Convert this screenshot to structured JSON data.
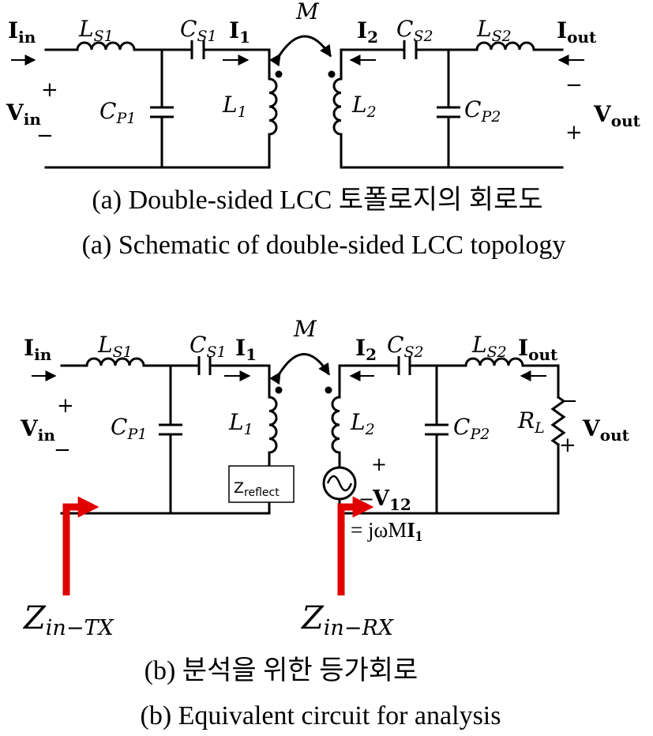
{
  "circuit_a": {
    "caption_ko": "(a) Double-sided LCC 토폴로지의 회로도",
    "caption_en": "(a) Schematic of double-sided LCC topology",
    "labels": {
      "I": "I",
      "in": "in",
      "out": "out",
      "V": "V",
      "L": "L",
      "C": "C",
      "M": "M",
      "S1": "S1",
      "S2": "S2",
      "P1": "P1",
      "P2": "P2",
      "n1": "1",
      "n2": "2",
      "plus": "+",
      "minus": "−"
    }
  },
  "circuit_b": {
    "caption_ko": "(b) 분석을 위한 등가회로",
    "caption_en": "(b) Equivalent circuit for analysis",
    "labels": {
      "I": "I",
      "in": "in",
      "out": "out",
      "V": "V",
      "L": "L",
      "C": "C",
      "M": "M",
      "R": "R",
      "S1": "S1",
      "S2": "S2",
      "P1": "P1",
      "P2": "P2",
      "n1": "1",
      "n2": "2",
      "n12": "12",
      "RL": "L",
      "Z": "Z",
      "reflect": "reflect",
      "eq_prefix": "= jωM",
      "zin_tx": "in−TX",
      "zin_rx": "in−RX",
      "plus": "+",
      "minus": "−"
    }
  }
}
